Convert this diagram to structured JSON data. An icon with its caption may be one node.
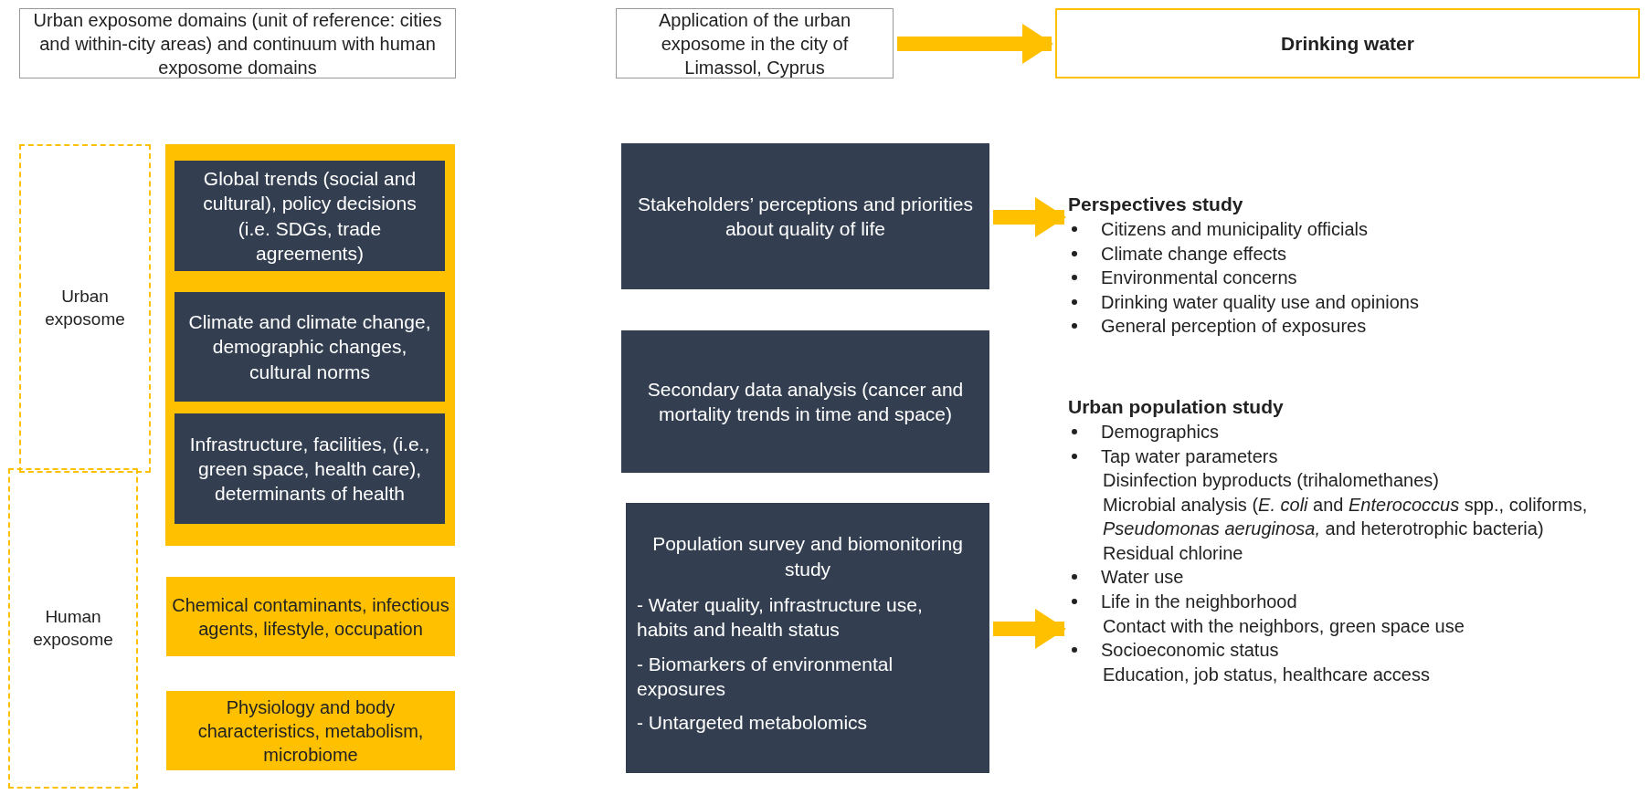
{
  "diagram": {
    "nodes": [
      {
        "text": [
          "Urban exposome domains (unit of reference: cities and within-city areas) and continuum with human exposome domains"
        ]
      },
      {
        "text": [
          "Application of the urban exposome in the city of Limassol, Cyprus"
        ]
      },
      {
        "text": [
          "Drinking water"
        ]
      },
      {
        "text": [
          "Urban exposome"
        ]
      },
      {
        "text": [
          "Human exposome"
        ]
      },
      {
        "text": [],
        "shape": "box"
      },
      {
        "text": [
          "Global trends (social and cultural), policy decisions (i.e. SDGs, trade agreements)"
        ],
        "in": 5
      },
      {
        "text": [
          "Climate and climate change, demographic changes, cultural norms"
        ],
        "in": 5
      },
      {
        "text": [
          "Infrastructure, facilities, (i.e., green space, health care), determinants of health"
        ],
        "in": 5
      },
      {
        "text": [
          "Chemical contaminants, infectious agents, lifestyle, occupation"
        ]
      },
      {
        "text": [
          "Physiology and body characteristics, metabolism, microbiome"
        ]
      },
      {
        "text": [
          "Stakeholders’ perceptions and priorities about quality of life"
        ]
      },
      {
        "text": [
          "Secondary data analysis (cancer and mortality trends in time and space)"
        ]
      },
      {
        "text": [
          "Population survey and biomonitoring study",
          "- Water quality, infrastructure use, habits and health status",
          "- Biomarkers of environmental exposures",
          "- Untargeted metabolomics"
        ]
      },
      {
        "text": [
          "Perspectives study",
          "Citizens and municipality officials",
          "Climate change effects",
          "Environmental concerns",
          "Drinking water quality use and opinions",
          "General perception of exposures"
        ]
      },
      {
        "text": [
          "Urban population study",
          "Demographics",
          "Tap water parameters",
          "Disinfection byproducts (trihalomethanes)",
          "Microbial analysis (*E. coli* and *Enterococcus* spp., coliforms, *Pseudomonas aeruginosa,* and heterotrophic bacteria)",
          "Residual chlorine",
          "Water use",
          "Life in the neighborhood",
          "Contact with the neighbors, green space use",
          "Socioeconomic status",
          "Education, job status, healthcare access"
        ]
      }
    ],
    "edges": [
      {
        "from": 1,
        "to": 2,
        "arrow": "to"
      },
      {
        "from": 11,
        "to": 14,
        "arrow": "to"
      },
      {
        "from": 13,
        "to": 15,
        "arrow": "to"
      }
    ]
  }
}
